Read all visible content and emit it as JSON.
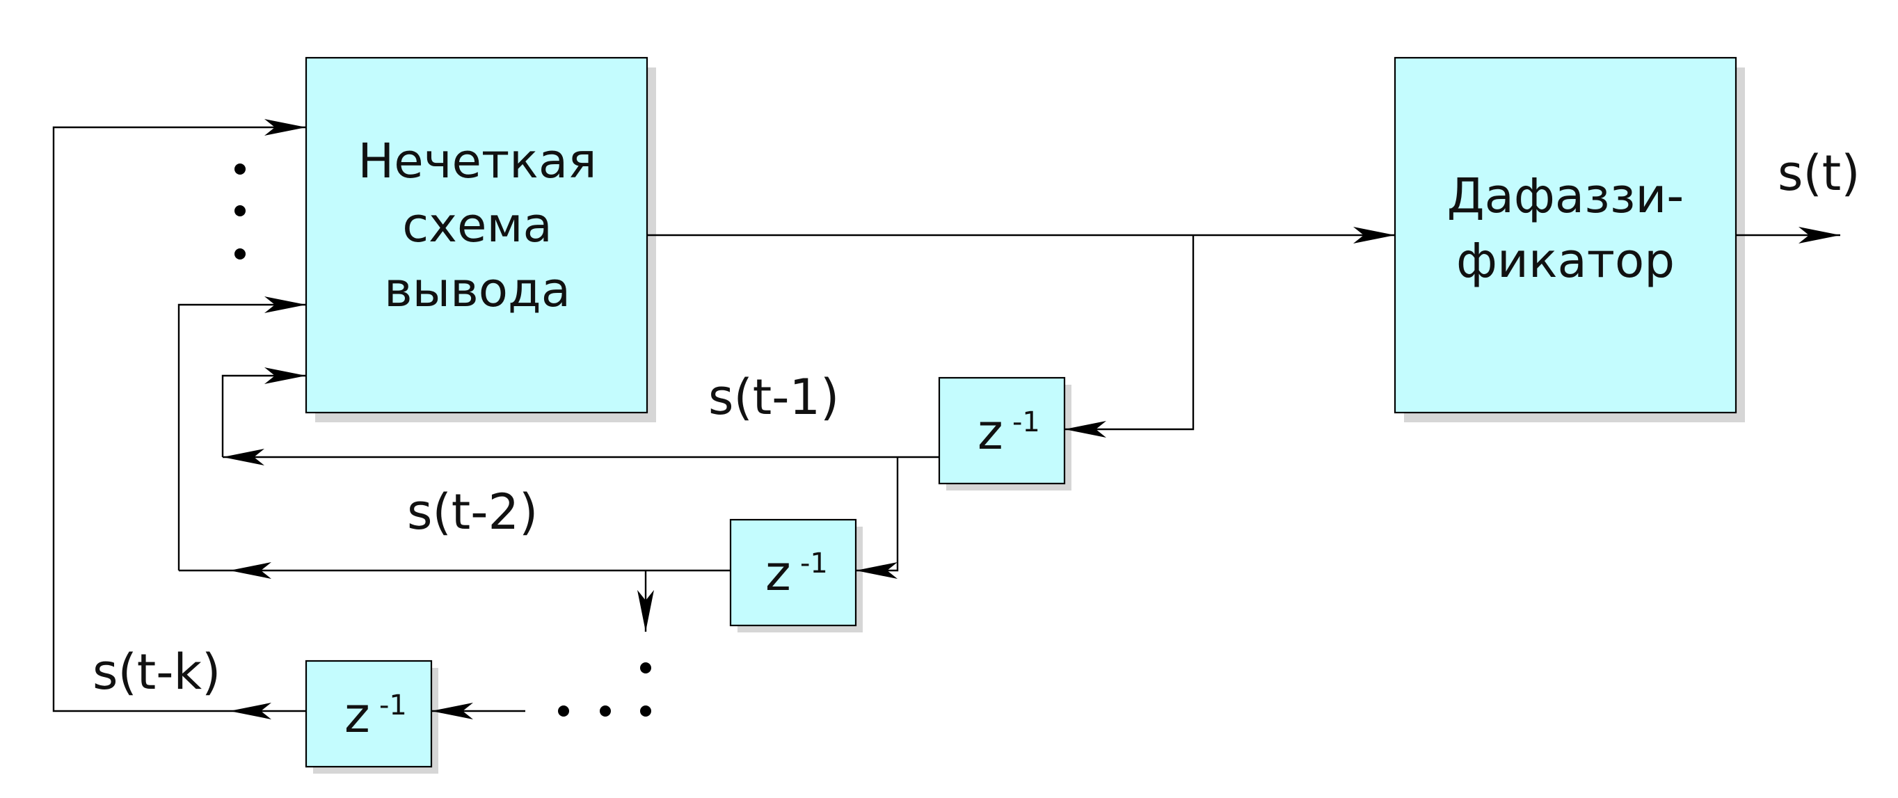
{
  "fuzzy_block": {
    "line1": "Нечеткая",
    "line2": "схема",
    "line3": "вывода"
  },
  "defuzz_block": {
    "line1": "Дафаззи-",
    "line2": "фикатор"
  },
  "output_label": "s(t)",
  "delay": {
    "base": "z",
    "exponent": "-1"
  },
  "signals": {
    "t1": "s(t-1)",
    "t2": "s(t-2)",
    "tk": "s(t-k)"
  },
  "colors": {
    "block_fill": "#c4fcfe",
    "shadow": "#d6d6d6",
    "line": "#000000"
  }
}
